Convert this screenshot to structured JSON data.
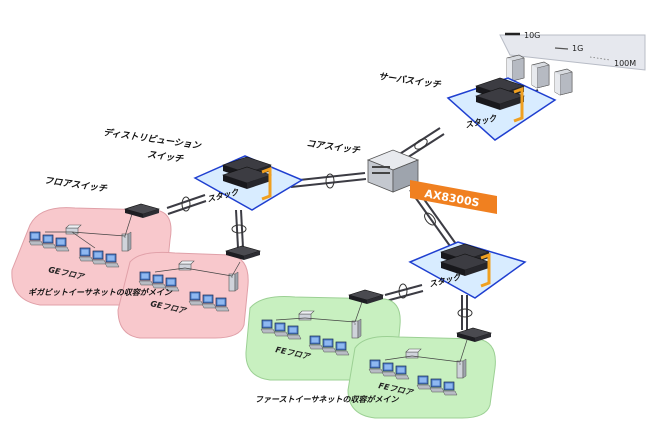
{
  "legend": {
    "line_10g": "10G",
    "line_1g": "1G",
    "line_100m": "100M"
  },
  "labels": {
    "server_switch": "サーバスイッチ",
    "core_switch": "コアスイッチ",
    "distribution_switch_line1": "ディストリビューション",
    "distribution_switch_line2": "スイッチ",
    "floor_switch": "フロアスイッチ",
    "stack": "スタック",
    "product": "AX8300S",
    "ge_floor": "GEフロア",
    "fe_floor": "FEフロア",
    "ge_caption": "ギガビットイーサネットの収容がメイン",
    "fe_caption": "ファーストイーサネットの収容がメイン"
  },
  "colors": {
    "ge_fill": "#f8c8cc",
    "fe_fill": "#c8f0c0",
    "stack_fill": "#d8ecff",
    "stack_border": "#1f3fd0",
    "product_bg": "#f08020",
    "stack_handle": "#f0a020"
  }
}
